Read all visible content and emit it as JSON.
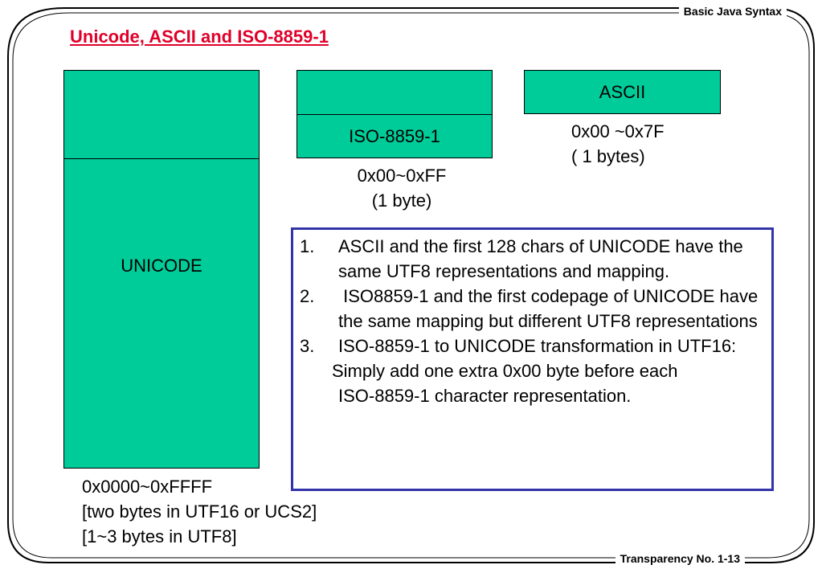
{
  "header": {
    "right_title": "Basic Java Syntax",
    "footer": "Transparency No. 1-13"
  },
  "title": "Unicode, ASCII and ISO-8859-1",
  "diagram": {
    "unicode": {
      "label": "UNICODE",
      "range": "0x0000~0xFFFF",
      "note1": "[two bytes in UTF16 or UCS2]",
      "note2": "[1~3 bytes in UTF8]"
    },
    "iso": {
      "label": "ISO-8859-1",
      "range": "0x00~0xFF",
      "size": "(1 byte)"
    },
    "ascii": {
      "label": "ASCII",
      "range": "0x00 ~0x7F",
      "size": "( 1 bytes)"
    }
  },
  "notes": {
    "items": [
      {
        "num": "1.",
        "text": "ASCII and the first 128 chars of UNICODE have the same UTF8 representations and mapping."
      },
      {
        "num": "2.",
        "text": " ISO8859-1 and the first codepage of UNICODE have the same mapping but different UTF8 representations"
      },
      {
        "num": "3.",
        "text": "ISO-8859-1 to UNICODE transformation in UTF16:"
      }
    ],
    "cont1": "Simply add one extra 0x00 byte before each",
    "cont2": "ISO-8859-1 character representation."
  },
  "colors": {
    "box_fill": "#00cc99",
    "title": "#e0002a",
    "notes_border": "#3333aa"
  }
}
